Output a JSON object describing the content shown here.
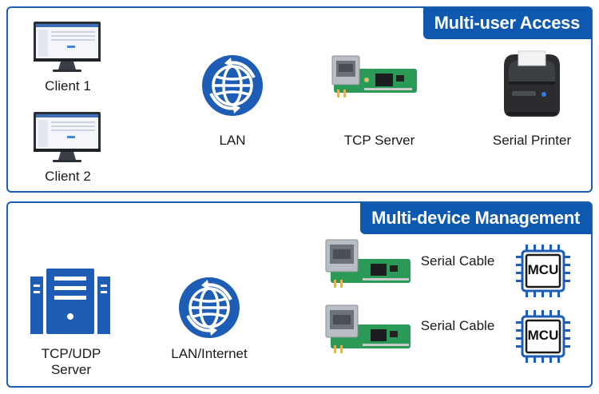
{
  "panels": {
    "top": {
      "title": "Multi-user Access"
    },
    "bottom": {
      "title": "Multi-device Management"
    }
  },
  "top": {
    "client1": "Client 1",
    "client2": "Client 2",
    "lan": "LAN",
    "tcp_server": "TCP Server",
    "printer": "Serial Printer"
  },
  "bottom": {
    "server": "TCP/UDP\nServer",
    "lan": "LAN/Internet",
    "cable1": "Serial Cable",
    "cable2": "Serial Cable",
    "mcu1": "MCU",
    "mcu2": "MCU"
  },
  "colors": {
    "brand_blue": "#0f58b0",
    "serial_orange": "#e8702a",
    "board_green": "#2a9a56"
  }
}
